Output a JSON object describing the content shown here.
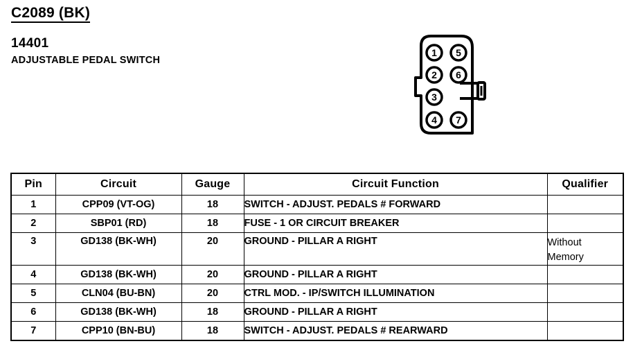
{
  "header": {
    "connector_code": "C2089 (BK)",
    "part_number": "14401",
    "part_description": "ADJUSTABLE PEDAL SWITCH"
  },
  "connector": {
    "name": "adjustable-pedal-switch-connector",
    "cavity_count": 7,
    "left_column_pins": [
      "1",
      "2",
      "3",
      "4"
    ],
    "right_column_pins": [
      "5",
      "6",
      "7"
    ],
    "pins": [
      {
        "label": "1",
        "column": "left",
        "row": 1
      },
      {
        "label": "2",
        "column": "left",
        "row": 2
      },
      {
        "label": "3",
        "column": "left",
        "row": 3
      },
      {
        "label": "4",
        "column": "left",
        "row": 4
      },
      {
        "label": "5",
        "column": "right",
        "row": 1
      },
      {
        "label": "6",
        "column": "right",
        "row": 2
      },
      {
        "label": "7",
        "column": "right",
        "row": 4
      }
    ],
    "outline_color": "#000000",
    "fill_color": "#ffffff"
  },
  "table": {
    "columns": [
      "Pin",
      "Circuit",
      "Gauge",
      "Circuit Function",
      "Qualifier"
    ],
    "rows": [
      {
        "pin": "1",
        "circuit": "CPP09 (VT-OG)",
        "gauge": "18",
        "function": "SWITCH - ADJUST. PEDALS # FORWARD",
        "qualifier": ""
      },
      {
        "pin": "2",
        "circuit": "SBP01 (RD)",
        "gauge": "18",
        "function": "FUSE - 1 OR CIRCUIT BREAKER",
        "qualifier": ""
      },
      {
        "pin": "3",
        "circuit": "GD138 (BK-WH)",
        "gauge": "20",
        "function": "GROUND - PILLAR A RIGHT",
        "qualifier_line1": "Without",
        "qualifier_line2": "Memory"
      },
      {
        "pin": "4",
        "circuit": "GD138 (BK-WH)",
        "gauge": "20",
        "function": "GROUND - PILLAR A RIGHT",
        "qualifier": ""
      },
      {
        "pin": "5",
        "circuit": "CLN04 (BU-BN)",
        "gauge": "20",
        "function": "CTRL MOD. - IP/SWITCH ILLUMINATION",
        "qualifier": ""
      },
      {
        "pin": "6",
        "circuit": "GD138 (BK-WH)",
        "gauge": "18",
        "function": "GROUND - PILLAR A RIGHT",
        "qualifier": ""
      },
      {
        "pin": "7",
        "circuit": "CPP10 (BN-BU)",
        "gauge": "18",
        "function": "SWITCH - ADJUST. PEDALS # REARWARD",
        "qualifier": ""
      }
    ]
  }
}
